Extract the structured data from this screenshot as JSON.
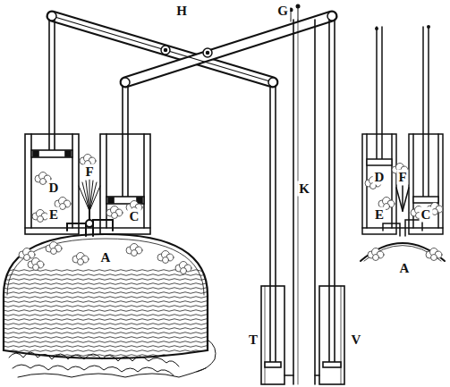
{
  "diagram": {
    "labels": [
      "H",
      "G",
      "D",
      "F",
      "E",
      "C",
      "A",
      "K",
      "T",
      "V",
      "D",
      "F",
      "E",
      "C",
      "A"
    ]
  }
}
